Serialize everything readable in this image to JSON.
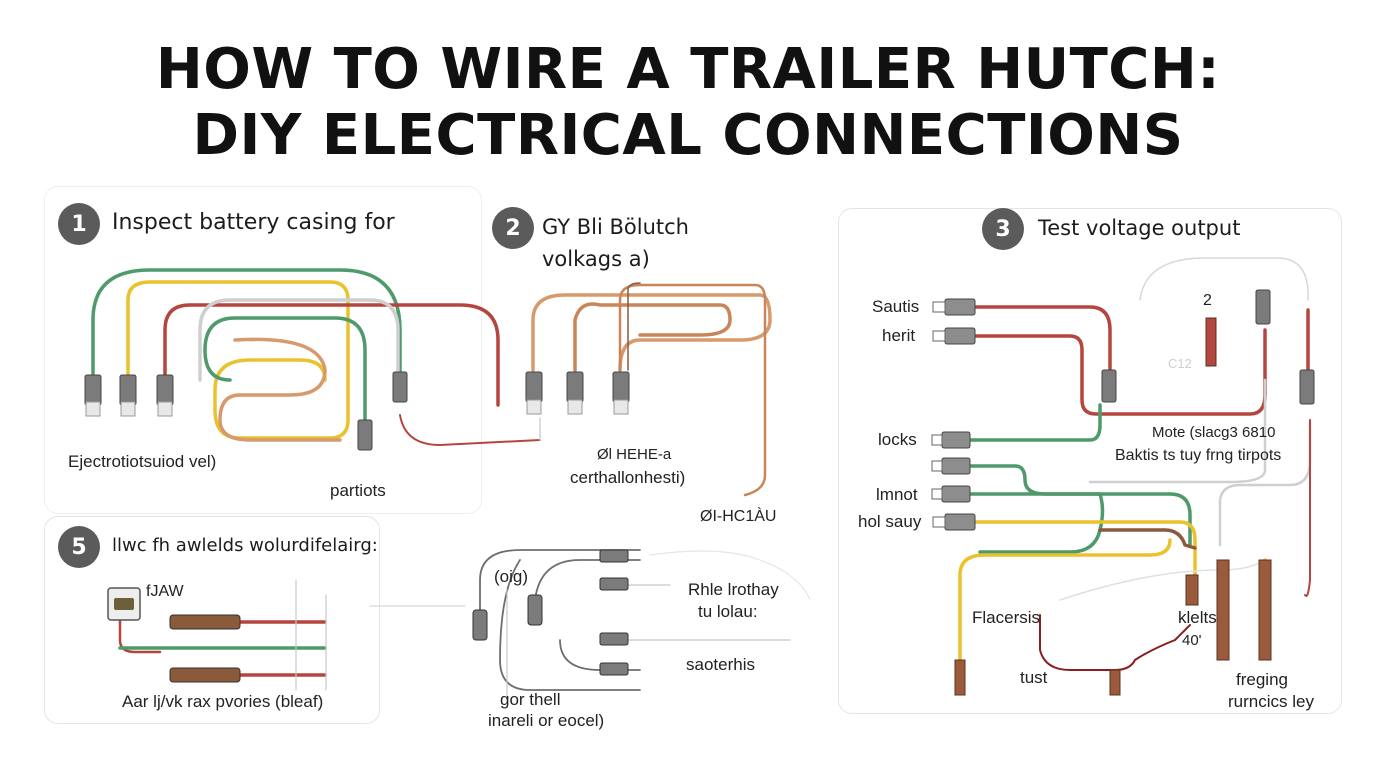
{
  "title": {
    "line1": "HOW TO WIRE A TRAILER HUTCH:",
    "line2": "DIY ELECTRICAL CONNECTIONS"
  },
  "steps": [
    {
      "number": "1",
      "title": "Inspect  battery casing for"
    },
    {
      "number": "2",
      "title": "GY Bli Bölutch",
      "subtitle": "volkags a)"
    },
    {
      "number": "3",
      "title": "Test voltage output"
    },
    {
      "number": "5",
      "title": "llwc fh awlelds wolurdifelairg:"
    }
  ],
  "labels": {
    "p1_left": "Ejectrotiotsuiod vel)",
    "p1_bottom": "partiots",
    "p2_a": "Øl HEHE-a",
    "p2_b": "certhallonhesti)",
    "p2_c": "ØI-HC1ÀU",
    "p3_sautis": "Sautis",
    "p3_herit": "herit",
    "p3_locks": "locks",
    "p3_lmnot": "lmnot",
    "p3_holsauy": "hol sauy",
    "p3_mote": "Mote (slacg3  6810",
    "p3_baktis": "Baktis  ts tuy frng tirpots",
    "p3_num2": "2",
    "p3_flacersis": "Flacersis",
    "p3_klelts": "klelts",
    "p3_num40": "40'",
    "p3_tust": "tust",
    "p3_freging": "freging",
    "p3_rurncics": "rurncics ley",
    "p3_c12": "C12",
    "p5_aw": "fJAW",
    "p5_bottom": "Aar lj/vk  rax pvories (bleaf)",
    "p6_oig": "(oig)",
    "p6_hole": "Rhle lrothay",
    "p6_lolau": "tu lolau:",
    "p6_saoterhis": "saoterhis",
    "p6_gor": "gor thell",
    "p6_nareli": "inareli or eocel)"
  },
  "colors": {
    "green": "#4f9a6a",
    "yellow": "#e9c22e",
    "red": "#b5463f",
    "tan": "#d79a6c",
    "brown": "#8a5a3b",
    "gray": "#cfcfcf",
    "connector": "#7b7b7b"
  }
}
